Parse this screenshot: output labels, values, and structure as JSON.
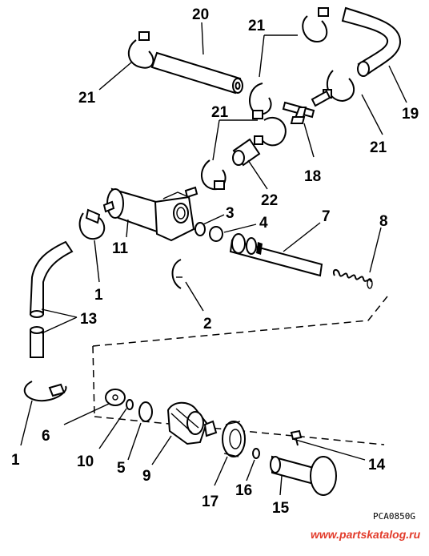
{
  "callouts": {
    "c20": "20",
    "c21a": "21",
    "c21b": "21",
    "c21c": "21",
    "c21d": "21",
    "c19": "19",
    "c18": "18",
    "c22": "22",
    "c3": "3",
    "c4": "4",
    "c7": "7",
    "c8": "8",
    "c11": "11",
    "c1a": "1",
    "c13": "13",
    "c2": "2",
    "c6": "6",
    "c10": "10",
    "c5": "5",
    "c9": "9",
    "c1b": "1",
    "c17": "17",
    "c16": "16",
    "c14": "14",
    "c15": "15"
  },
  "diagram_code": "PCA0850G",
  "watermark": "www.partskatalog.ru"
}
